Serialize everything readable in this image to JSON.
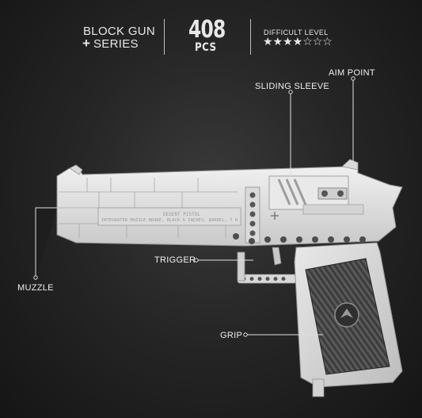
{
  "header": {
    "series_line1": "BLOCK GUN",
    "series_plus": "+",
    "series_line2": "SERIES",
    "pieces_number": "408",
    "pieces_unit": "PCS",
    "difficulty_label": "DIFFICULT LEVEL",
    "difficulty_stars": "★★★★☆☆☆",
    "difficulty_rating": 4,
    "difficulty_max": 7
  },
  "callouts": {
    "aim_point": "AIM POINT",
    "sliding_sleeve": "SLIDING SLEEVE",
    "trigger": "TRIGGER",
    "muzzle": "MUZZLE",
    "grip": "GRIP"
  },
  "engraving": {
    "line1": "DESERT PISTOL",
    "line2": "INTEGRATED MUZZLE BRAKE, BLACK 6 INCHES; BARREL, 7 R"
  },
  "colors": {
    "background": "#262626",
    "text": "#e8e8e8",
    "gun_body": "#e6e6e6",
    "gun_shadow": "#b9b9b9",
    "grip_panel": "#3b3b3b"
  }
}
